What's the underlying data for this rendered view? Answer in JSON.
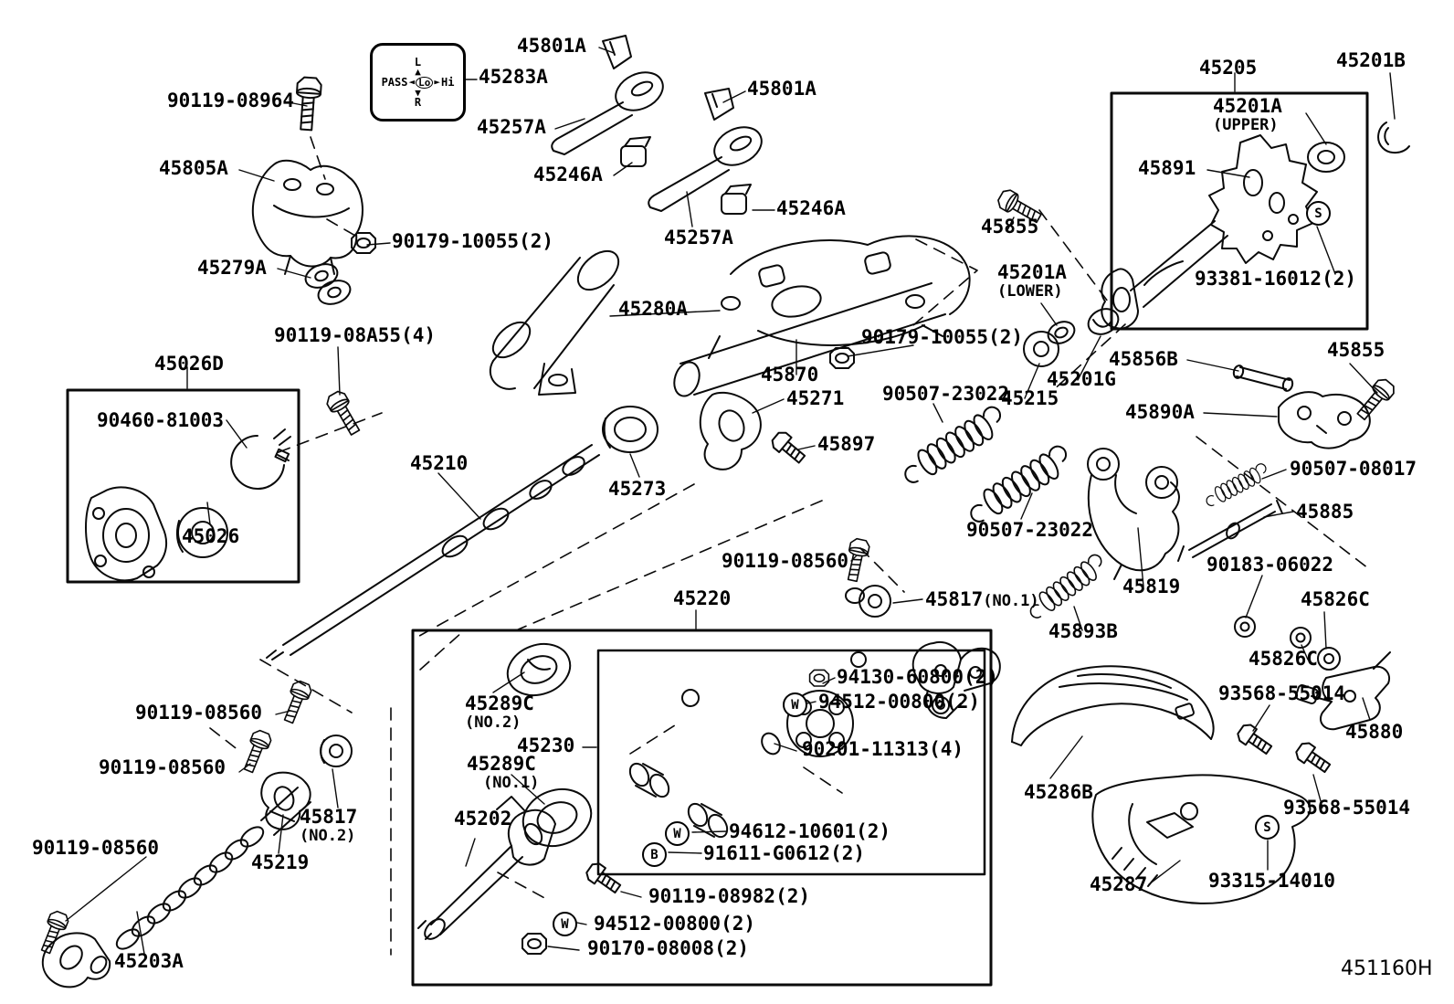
{
  "diagram_code": "451160H",
  "legend": {
    "top": "L",
    "bottom": "R",
    "left": "PASS",
    "center": "Lo",
    "right": "Hi",
    "arrow_up": "▲",
    "arrow_down": "▼",
    "arrow_left": "◄",
    "arrow_right": "►"
  },
  "symbols": {
    "s1": "S",
    "s2": "S",
    "w1": "W",
    "w2": "W",
    "w3": "W",
    "b1": "B"
  },
  "labels": {
    "p90119_08964": "90119-08964",
    "p45283A": "45283A",
    "p45801A_1": "45801A",
    "p45801A_2": "45801A",
    "p45257A_1": "45257A",
    "p45257A_2": "45257A",
    "p45805A": "45805A",
    "p45246A_1": "45246A",
    "p45246A_2": "45246A",
    "p45279A": "45279A",
    "p90179_10055_1": "90179-10055(2)",
    "p90179_10055_2": "90179-10055(2)",
    "p45205": "45205",
    "p45201B": "45201B",
    "p45201A_upper": "45201A",
    "p45201A_upper_sub": "(UPPER)",
    "p45891": "45891",
    "p93381_16012": "93381-16012(2)",
    "p45855_1": "45855",
    "p45855_2": "45855",
    "p45201A_lower": "45201A",
    "p45201A_lower_sub": "(LOWER)",
    "p45280A": "45280A",
    "p45870": "45870",
    "p45271": "45271",
    "p45897": "45897",
    "p45273": "45273",
    "p45210": "45210",
    "p90507_23022_1": "90507-23022",
    "p90507_23022_2": "90507-23022",
    "p45215": "45215",
    "p45201G": "45201G",
    "p45856B": "45856B",
    "p45890A": "45890A",
    "p45026D": "45026D",
    "p90460_81003": "90460-81003",
    "p45026": "45026",
    "p90119_08A55": "90119-08A55(4)",
    "p90507_08017": "90507-08017",
    "p45885": "45885",
    "p90119_08560_1": "90119-08560",
    "p90119_08560_2": "90119-08560",
    "p90119_08560_3": "90119-08560",
    "p90119_08560_4": "90119-08560",
    "p45817_no1": "45817",
    "p45817_no1_sub": "(NO.1)",
    "p45817_no2": "45817",
    "p45817_no2_sub": "(NO.2)",
    "p45819": "45819",
    "p90183_06022": "90183-06022",
    "p45826C_1": "45826C",
    "p45826C_2": "45826C",
    "p45893B": "45893B",
    "p93568_55014_1": "93568-55014",
    "p93568_55014_2": "93568-55014",
    "p45880": "45880",
    "p45286B": "45286B",
    "p45287": "45287",
    "p93315_14010": "93315-14010",
    "p45220": "45220",
    "p45289C_no2": "45289C",
    "p45289C_no2_sub": "(NO.2)",
    "p45230": "45230",
    "p45289C_no1": "45289C",
    "p45289C_no1_sub": "(NO.1)",
    "p45202": "45202",
    "p94130_60800": "94130-60800(2)",
    "p94512_00800_1": "94512-00800(2)",
    "p90201_11313": "90201-11313(4)",
    "p94612_10601": "94612-10601(2)",
    "p91611_G0612": "91611-G0612(2)",
    "p90119_08982": "90119-08982(2)",
    "p94512_00800_2": "94512-00800(2)",
    "p90170_08008": "90170-08008(2)",
    "p45219": "45219",
    "p45203A": "45203A"
  }
}
